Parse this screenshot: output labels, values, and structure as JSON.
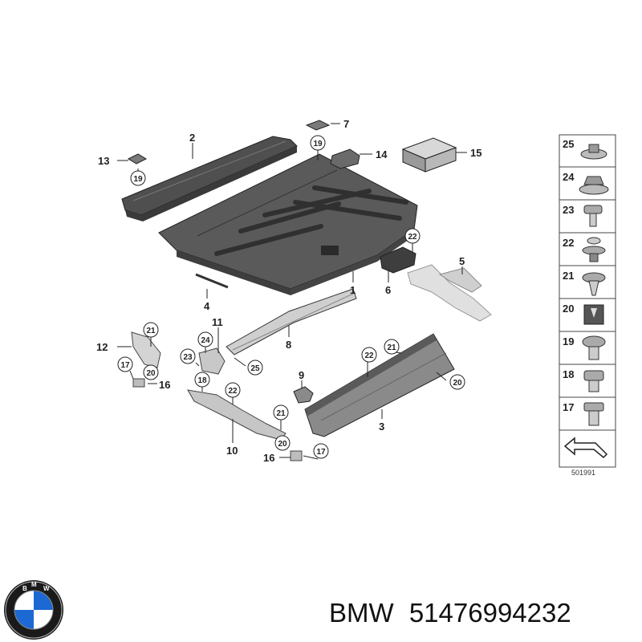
{
  "diagram": {
    "callouts": [
      {
        "id": "c1",
        "label": "1"
      },
      {
        "id": "c2",
        "label": "2"
      },
      {
        "id": "c3",
        "label": "3"
      },
      {
        "id": "c4",
        "label": "4"
      },
      {
        "id": "c5",
        "label": "5"
      },
      {
        "id": "c6",
        "label": "6"
      },
      {
        "id": "c7",
        "label": "7"
      },
      {
        "id": "c8",
        "label": "8"
      },
      {
        "id": "c9",
        "label": "9"
      },
      {
        "id": "c10",
        "label": "10"
      },
      {
        "id": "c11",
        "label": "11"
      },
      {
        "id": "c12",
        "label": "12"
      },
      {
        "id": "c13",
        "label": "13"
      },
      {
        "id": "c14",
        "label": "14"
      },
      {
        "id": "c15",
        "label": "15"
      },
      {
        "id": "c16a",
        "label": "16"
      },
      {
        "id": "c16b",
        "label": "16"
      }
    ],
    "circled_refs": [
      {
        "id": "r19a",
        "label": "19"
      },
      {
        "id": "r19b",
        "label": "19"
      },
      {
        "id": "r22a",
        "label": "22"
      },
      {
        "id": "r21a",
        "label": "21"
      },
      {
        "id": "r20a",
        "label": "20"
      },
      {
        "id": "r17a",
        "label": "17"
      },
      {
        "id": "r24a",
        "label": "24"
      },
      {
        "id": "r23a",
        "label": "23"
      },
      {
        "id": "r25a",
        "label": "25"
      },
      {
        "id": "r18a",
        "label": "18"
      },
      {
        "id": "r22b",
        "label": "22"
      },
      {
        "id": "r21b",
        "label": "21"
      },
      {
        "id": "r20b",
        "label": "20"
      },
      {
        "id": "r17b",
        "label": "17"
      },
      {
        "id": "r22c",
        "label": "22"
      },
      {
        "id": "r21c",
        "label": "21"
      },
      {
        "id": "r20c",
        "label": "20"
      }
    ],
    "legend": [
      "25",
      "24",
      "23",
      "22",
      "21",
      "20",
      "19",
      "18",
      "17"
    ],
    "diagram_number": "501991"
  },
  "footer": {
    "brand": "BMW",
    "part_number": "51476994232"
  },
  "colors": {
    "part_dark": "#4a4a4a",
    "part_mid": "#6e6e6e",
    "part_light": "#c9c9c9",
    "line": "#222222",
    "logo_blue": "#1c69d4"
  }
}
